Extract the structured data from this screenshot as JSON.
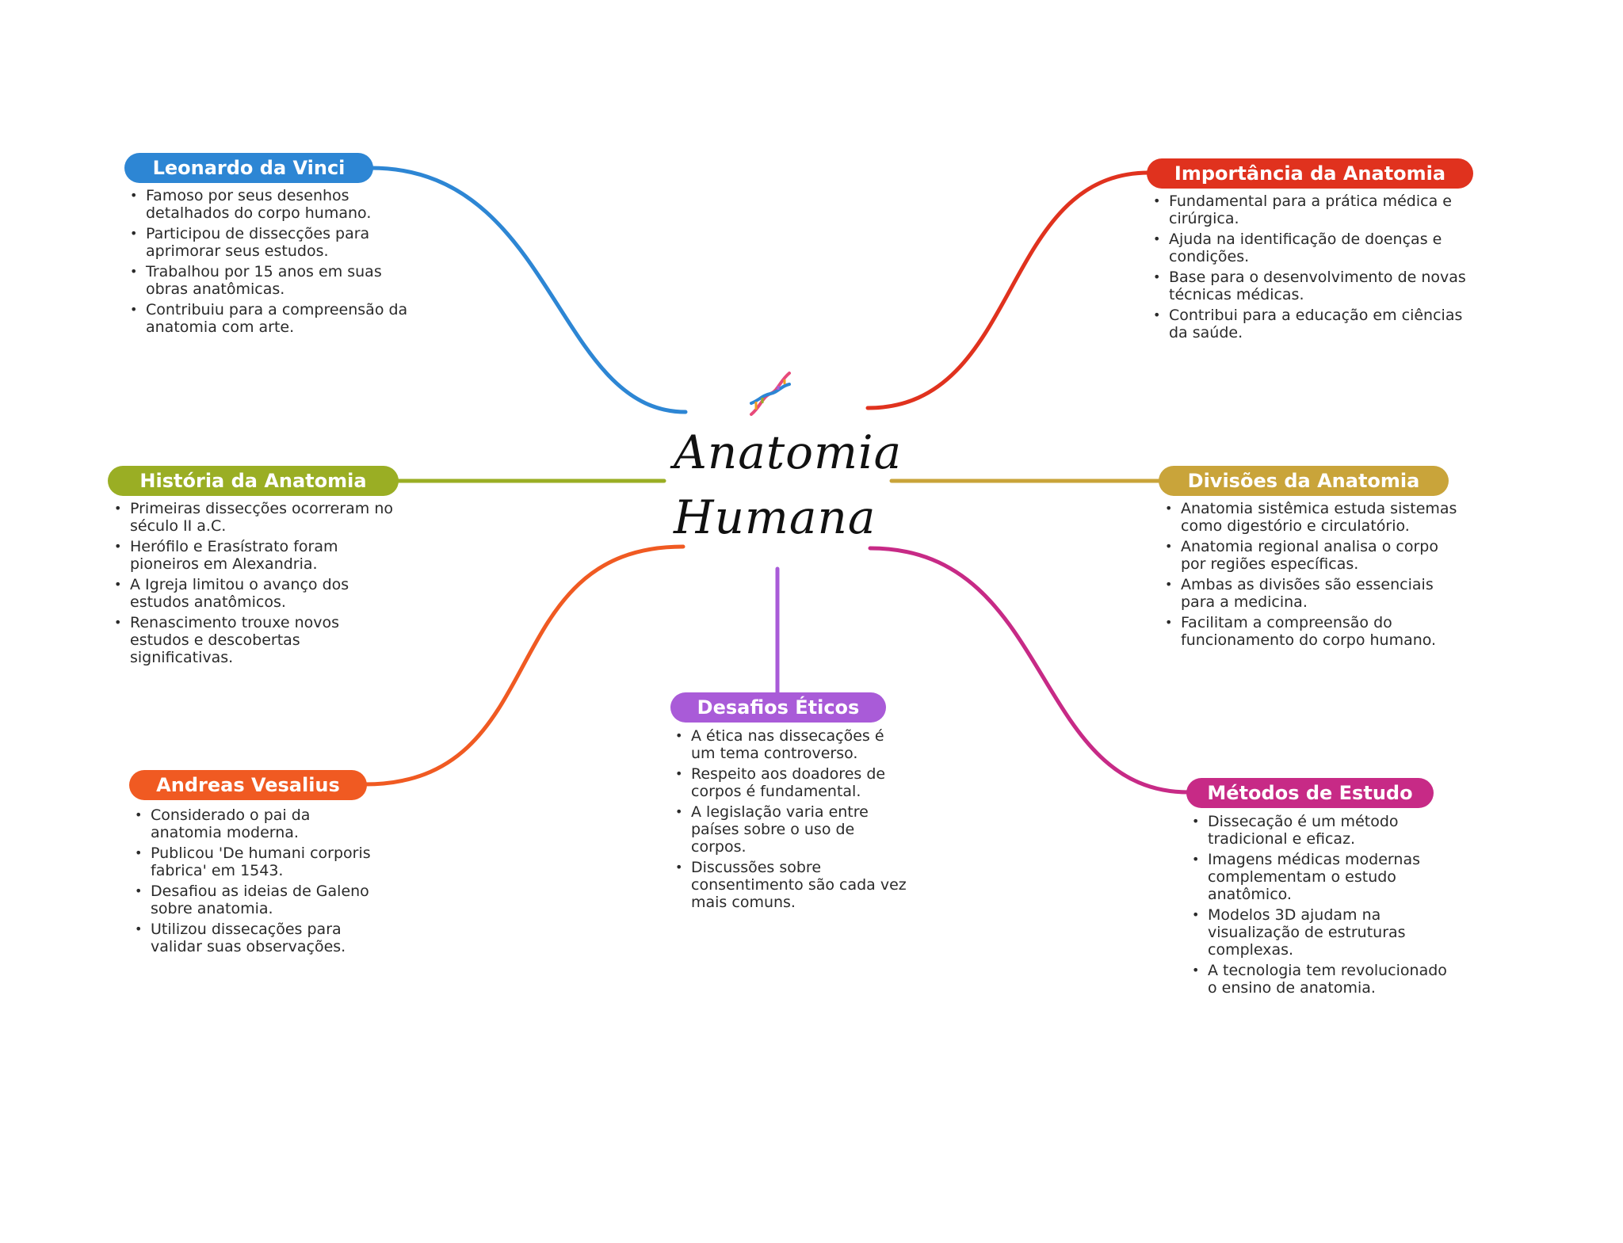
{
  "central_topic": {
    "line1": "Anatomia",
    "line2": "Humana",
    "icon": "dna-icon"
  },
  "branches": [
    {
      "key": "leonardo",
      "title": "Leonardo da Vinci",
      "color": "#2d86d4",
      "bullets": [
        "Famoso por seus desenhos detalhados do corpo humano.",
        "Participou de dissecções para aprimorar seus estudos.",
        "Trabalhou por 15 anos em suas obras anatômicas.",
        "Contribuiu para a compreensão da anatomia com arte."
      ]
    },
    {
      "key": "historia",
      "title": "História da Anatomia",
      "color": "#9aae24",
      "bullets": [
        "Primeiras dissecções ocorreram no século II a.C.",
        "Herófilo e Erasístrato foram pioneiros em Alexandria.",
        "A Igreja limitou o avanço dos estudos anatômicos.",
        "Renascimento trouxe novos estudos e descobertas significativas."
      ]
    },
    {
      "key": "vesalius",
      "title": "Andreas Vesalius",
      "color": "#f05a22",
      "bullets": [
        "Considerado o pai da anatomia moderna.",
        "Publicou 'De humani corporis fabrica' em 1543.",
        "Desafiou as ideias de Galeno sobre anatomia.",
        "Utilizou dissecações para validar suas observações."
      ]
    },
    {
      "key": "etica",
      "title": "Desafios Éticos",
      "color": "#a95bd8",
      "bullets": [
        "A ética nas dissecações é um tema controverso.",
        "Respeito aos doadores de corpos é fundamental.",
        "A legislação varia entre países sobre o uso de corpos.",
        "Discussões sobre consentimento são cada vez mais comuns."
      ]
    },
    {
      "key": "importancia",
      "title": "Importância da Anatomia",
      "color": "#e0321e",
      "bullets": [
        "Fundamental para a prática médica e cirúrgica.",
        "Ajuda na identificação de doenças e condições.",
        "Base para o desenvolvimento de novas técnicas médicas.",
        "Contribui para a educação em ciências da saúde."
      ]
    },
    {
      "key": "divisoes",
      "title": "Divisões da Anatomia",
      "color": "#c9a43a",
      "bullets": [
        "Anatomia sistêmica estuda sistemas como digestório e circulatório.",
        "Anatomia regional analisa o corpo por regiões específicas.",
        "Ambas as divisões são essenciais para a medicina.",
        "Facilitam a compreensão do funcionamento do corpo humano."
      ]
    },
    {
      "key": "metodos",
      "title": "Métodos de Estudo",
      "color": "#c72a86",
      "bullets": [
        "Dissecação é um método tradicional e eficaz.",
        "Imagens médicas modernas complementam o estudo anatômico.",
        "Modelos 3D ajudam na visualização de estruturas complexas.",
        "A tecnologia tem revolucionado o ensino de anatomia."
      ]
    }
  ]
}
